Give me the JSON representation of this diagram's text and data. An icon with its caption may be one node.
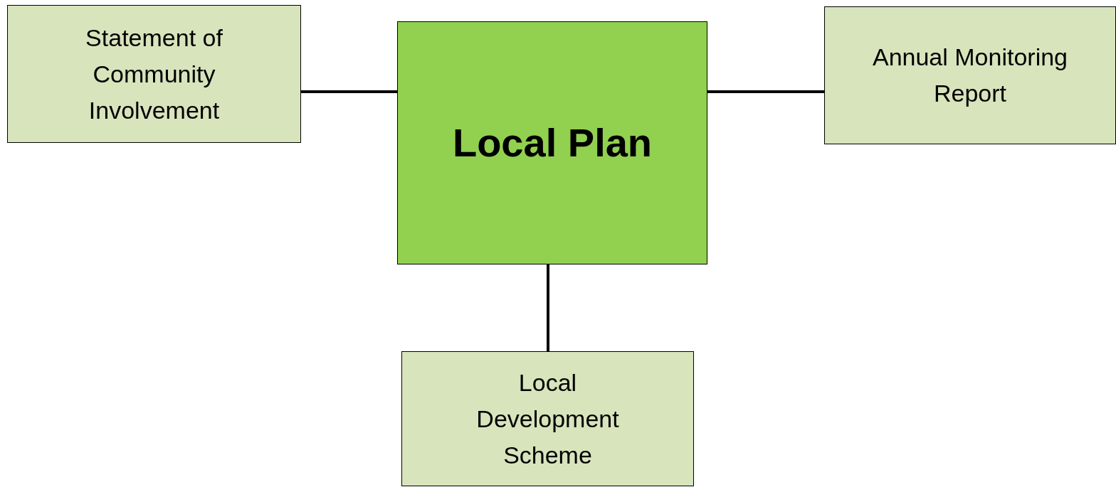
{
  "diagram": {
    "nodes": [
      {
        "text": [
          "Local Plan"
        ]
      },
      {
        "text": [
          "Statement of Community Involvement"
        ]
      },
      {
        "text": [
          "Annual Monitoring Report"
        ]
      },
      {
        "text": [
          "Local Development Scheme"
        ]
      }
    ],
    "edges": [
      {
        "from": 1,
        "to": 0,
        "arrow": "none"
      },
      {
        "from": 0,
        "to": 2,
        "arrow": "none"
      },
      {
        "from": 0,
        "to": 3,
        "arrow": "none"
      }
    ]
  }
}
